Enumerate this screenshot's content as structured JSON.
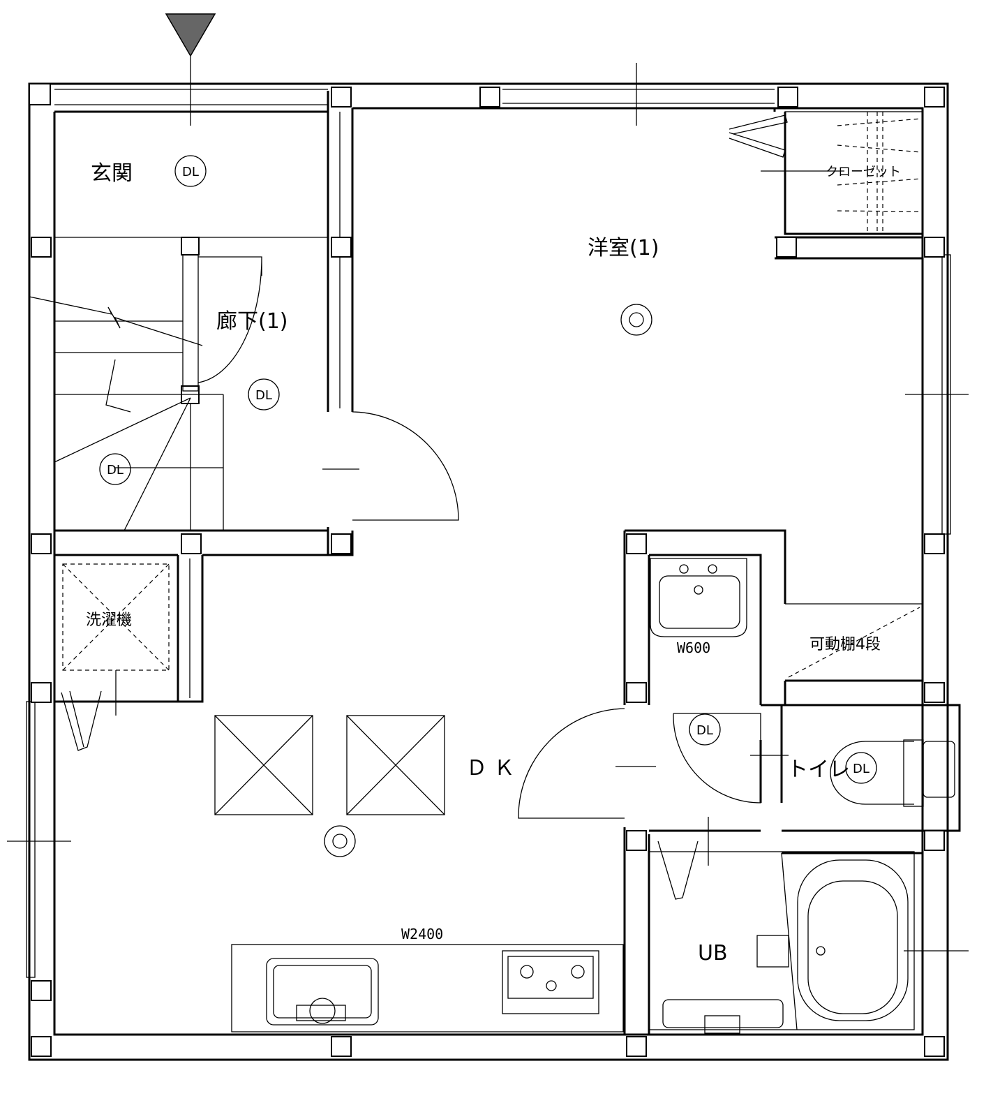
{
  "plan": {
    "rooms": {
      "entrance": "玄関",
      "western_room": "洋室(1)",
      "closet": "クローゼット",
      "hallway": "廊下(1)",
      "laundry": "洗濯機",
      "dk": "Ｄ Ｋ",
      "toilet": "トイレ",
      "bath": "UB",
      "shelf": "可動棚4段"
    },
    "dimensions": {
      "washbasin_width": "W600",
      "kitchen_width": "W2400"
    },
    "downlight_label": "DL",
    "colors": {
      "line": "#000000",
      "entrance_marker": "#666666"
    }
  }
}
